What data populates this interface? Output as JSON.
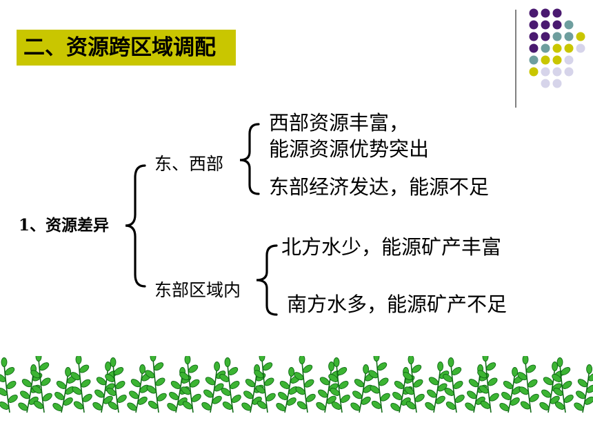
{
  "title": "二、资源跨区域调配",
  "colors": {
    "title_bg": "#c9c600",
    "dot_purple": "#4a1a70",
    "dot_teal": "#6e9e9e",
    "dot_yellow": "#c9c600",
    "dot_lavender": "#d6d4ea",
    "grass_green": "#3cb433",
    "grass_dark": "#0e6a14"
  },
  "tree": {
    "root": "1、资源差异",
    "branches": [
      {
        "label": "东、西部",
        "leaves": [
          "西部资源丰富，",
          "能源资源优势突出",
          "东部经济发达，能源不足"
        ]
      },
      {
        "label": "东部区域内",
        "leaves": [
          "北方水少，能源矿产丰富",
          "南方水多，能源矿产不足"
        ]
      }
    ]
  },
  "decorations": {
    "dot_grid_icon": "dot-grid",
    "bottom_border_icon": "grass-border"
  }
}
